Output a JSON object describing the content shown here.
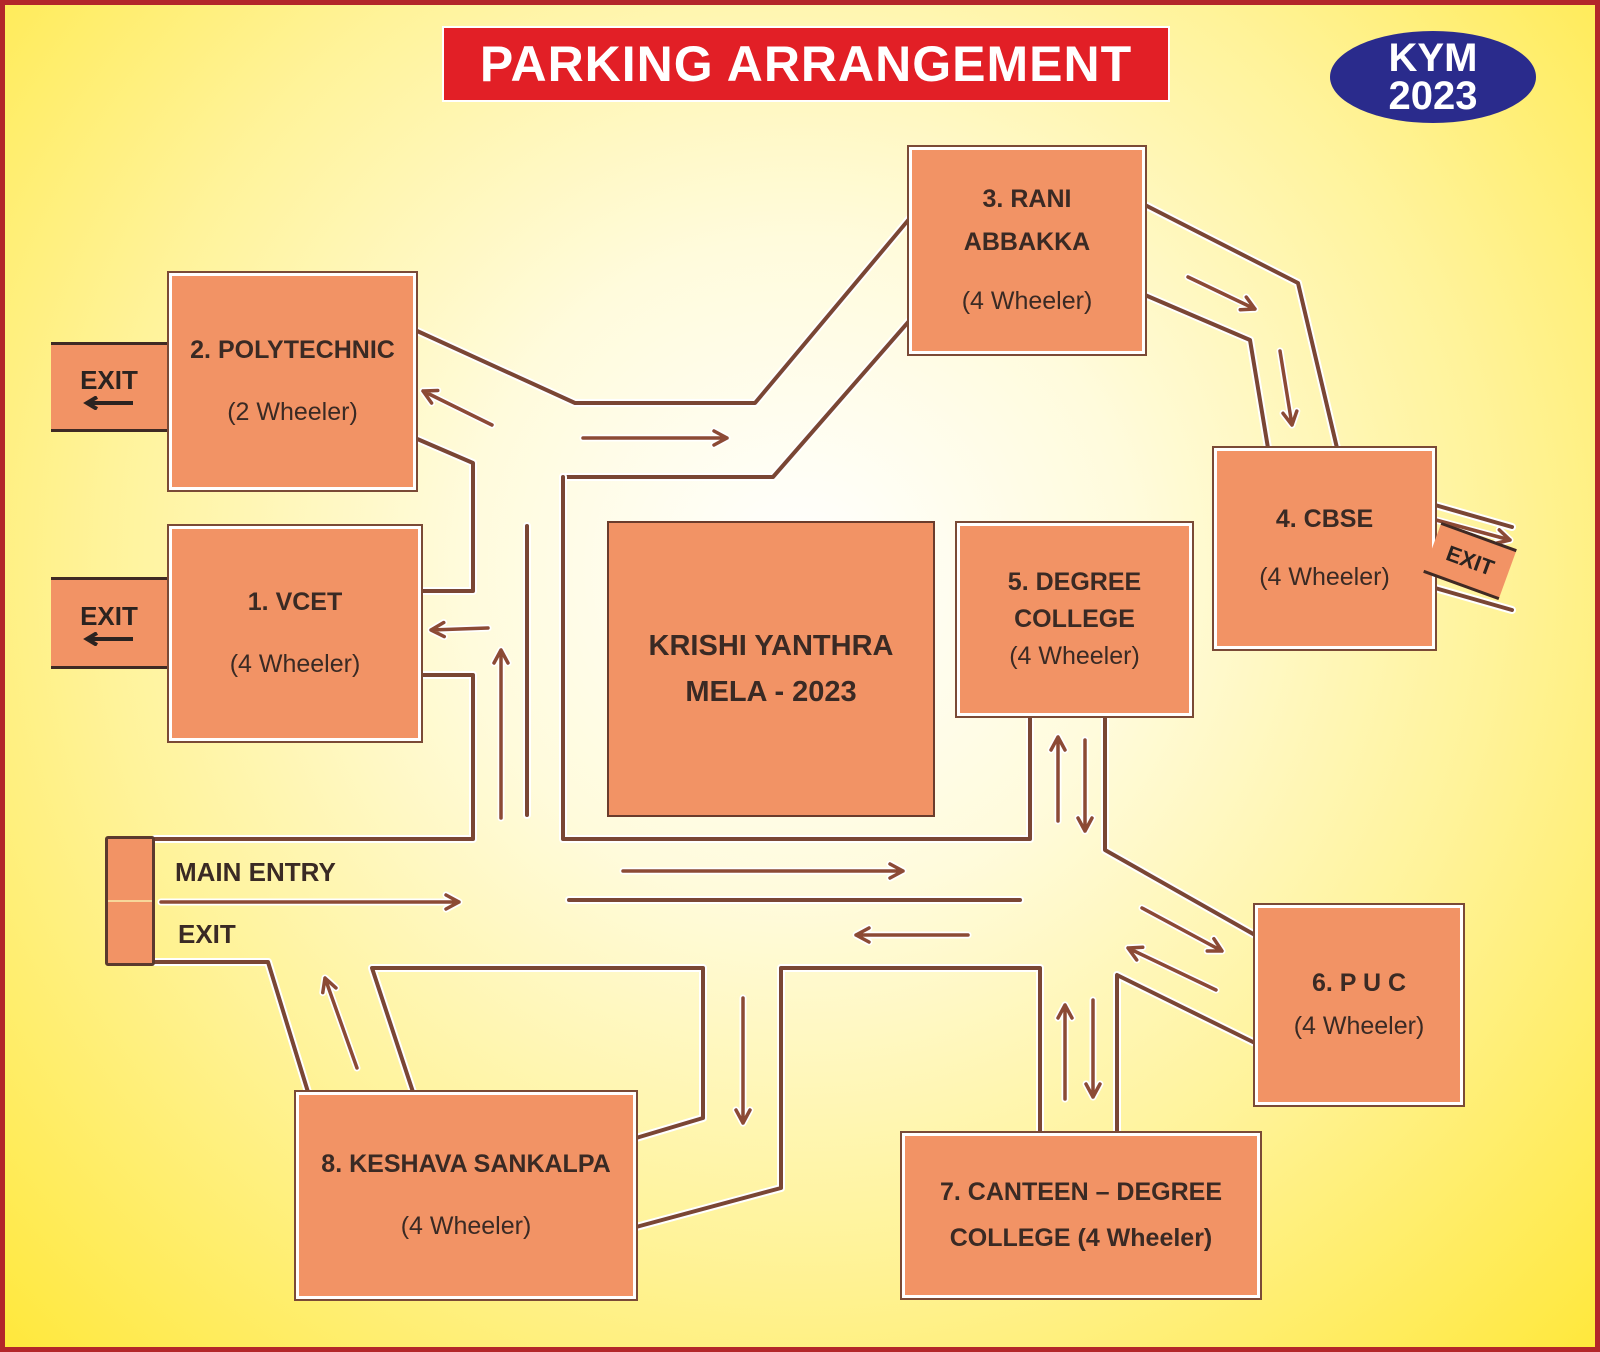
{
  "title": "PARKING ARRANGEMENT",
  "badge": {
    "line1": "KYM",
    "line2": "2023"
  },
  "center": {
    "line1": "KRISHI YANTHRA",
    "line2": "MELA - 2023"
  },
  "lots": [
    {
      "number": "1.",
      "name": "VCET",
      "vehicle": "(4 Wheeler)"
    },
    {
      "number": "2.",
      "name": "POLYTECHNIC",
      "vehicle": "(2 Wheeler)"
    },
    {
      "number": "3.",
      "name": "RANI",
      "name2": "ABBAKKA",
      "vehicle": "(4 Wheeler)"
    },
    {
      "number": "4.",
      "name": "CBSE",
      "vehicle": "(4 Wheeler)"
    },
    {
      "number": "5.",
      "name": "DEGREE",
      "name2": "COLLEGE",
      "vehicle": "(4 Wheeler)"
    },
    {
      "number": "6.",
      "name": "P U C",
      "vehicle": "(4 Wheeler)"
    },
    {
      "number": "7.",
      "name": "CANTEEN – DEGREE",
      "name2": "COLLEGE (4 Wheeler)"
    },
    {
      "number": "8.",
      "name": "KESHAVA SANKALPA",
      "vehicle": "(4 Wheeler)"
    }
  ],
  "labels": {
    "exit": "EXIT",
    "main_entry": "MAIN ENTRY"
  },
  "colors": {
    "background": "#ffe83c",
    "frame": "#b3262a",
    "box": "#f29365",
    "banner": "#e21f26",
    "badge": "#2a2b8c",
    "road": "#7a4634"
  }
}
